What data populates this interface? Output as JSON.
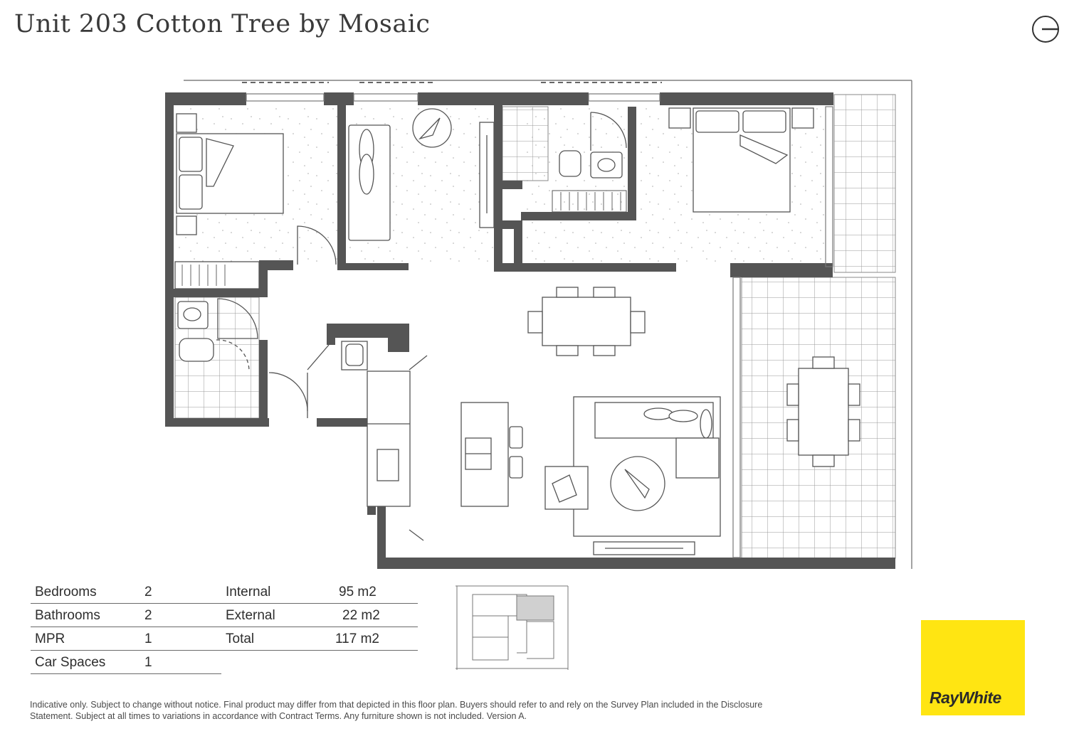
{
  "title": "Unit 203 Cotton Tree by Mosaic",
  "north_indicator": "north-arrow-icon",
  "stats_left": [
    {
      "label": "Bedrooms",
      "value": "2"
    },
    {
      "label": "Bathrooms",
      "value": "2"
    },
    {
      "label": "MPR",
      "value": "1"
    },
    {
      "label": "Car Spaces",
      "value": "1"
    }
  ],
  "stats_right": [
    {
      "label": "Internal",
      "value": "95 m2"
    },
    {
      "label": "External",
      "value": "22 m2"
    },
    {
      "label": "Total",
      "value": "117 m2"
    }
  ],
  "disclaimer": "Indicative only. Subject to change without notice. Final product may differ from that depicted in this floor plan. Buyers should refer to and rely on the Survey Plan included in the Disclosure Statement. Subject at all times to variations in accordance with Contract Terms. Any furniture shown is not included. Version A.",
  "logo_text": "RayWhite",
  "colors": {
    "wall": "#555555",
    "brand_yellow": "#ffe512",
    "keyplan_highlight": "#d0d0d0"
  }
}
